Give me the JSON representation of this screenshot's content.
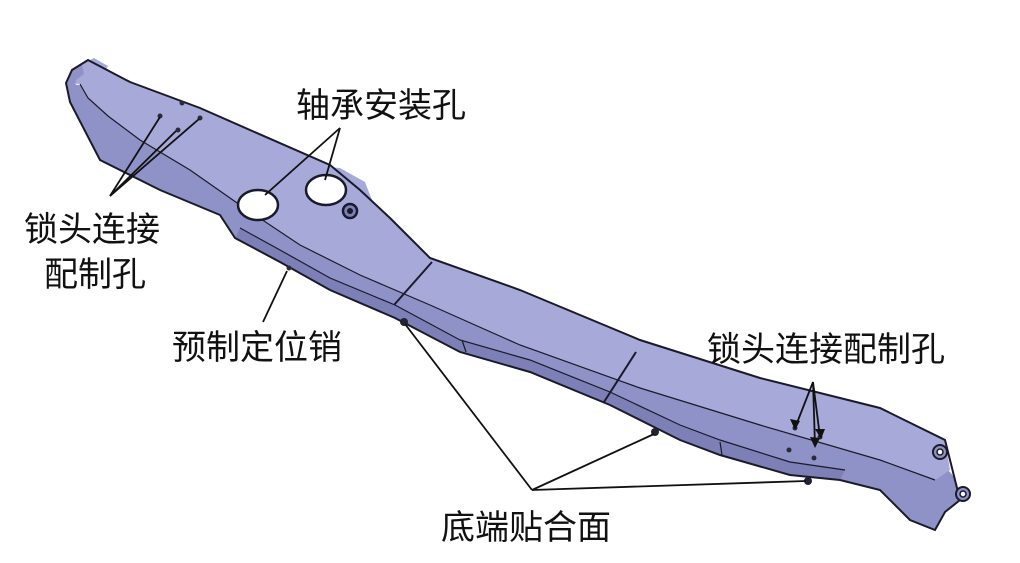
{
  "labels": {
    "bearing_hole": "轴承安装孔",
    "lock_hole_left_line1": "锁头连接",
    "lock_hole_left_line2": "配制孔",
    "locating_pin": "预制定位销",
    "lock_hole_right": "锁头连接配制孔",
    "bottom_surface": "底端贴合面"
  },
  "colors": {
    "part_top": "#a7a9d8",
    "part_side": "#8f92c6",
    "part_underside": "#7d80b7",
    "edge": "#1a1a2a",
    "leader": "#111111",
    "text": "#111111",
    "background": "#ffffff"
  }
}
